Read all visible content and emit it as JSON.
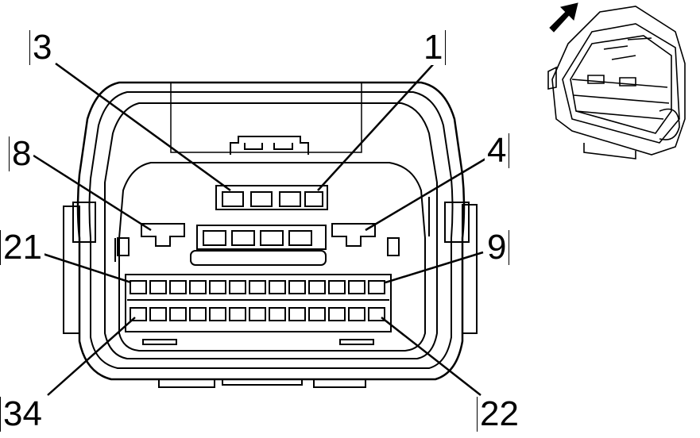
{
  "pin_labels": {
    "p3": "3",
    "p1": "1",
    "p8": "8",
    "p4": "4",
    "p21": "21",
    "p9": "9",
    "p34": "34",
    "p22": "22"
  },
  "colors": {
    "line": "#000000",
    "background": "#ffffff"
  },
  "icons": {
    "view_arrow": "arrow-icon",
    "connector_iso": "connector-isometric-icon"
  }
}
